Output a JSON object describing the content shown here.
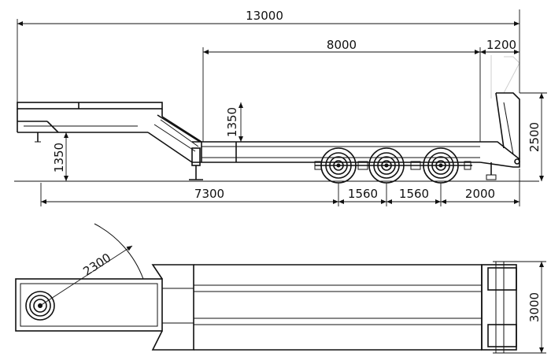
{
  "drawing": {
    "side_view": {
      "overall_length": "13000",
      "deck_length": "8000",
      "rear_overhang": "1200",
      "gooseneck_height": "1350",
      "ramp_height": "2500",
      "landing_gear_height": "1350",
      "kingpin_to_axle": "7300",
      "axle_spacing_1": "1560",
      "axle_spacing_2": "1560",
      "rear_length": "2000"
    },
    "top_view": {
      "swing_radius": "2300",
      "overall_width": "3000"
    }
  }
}
